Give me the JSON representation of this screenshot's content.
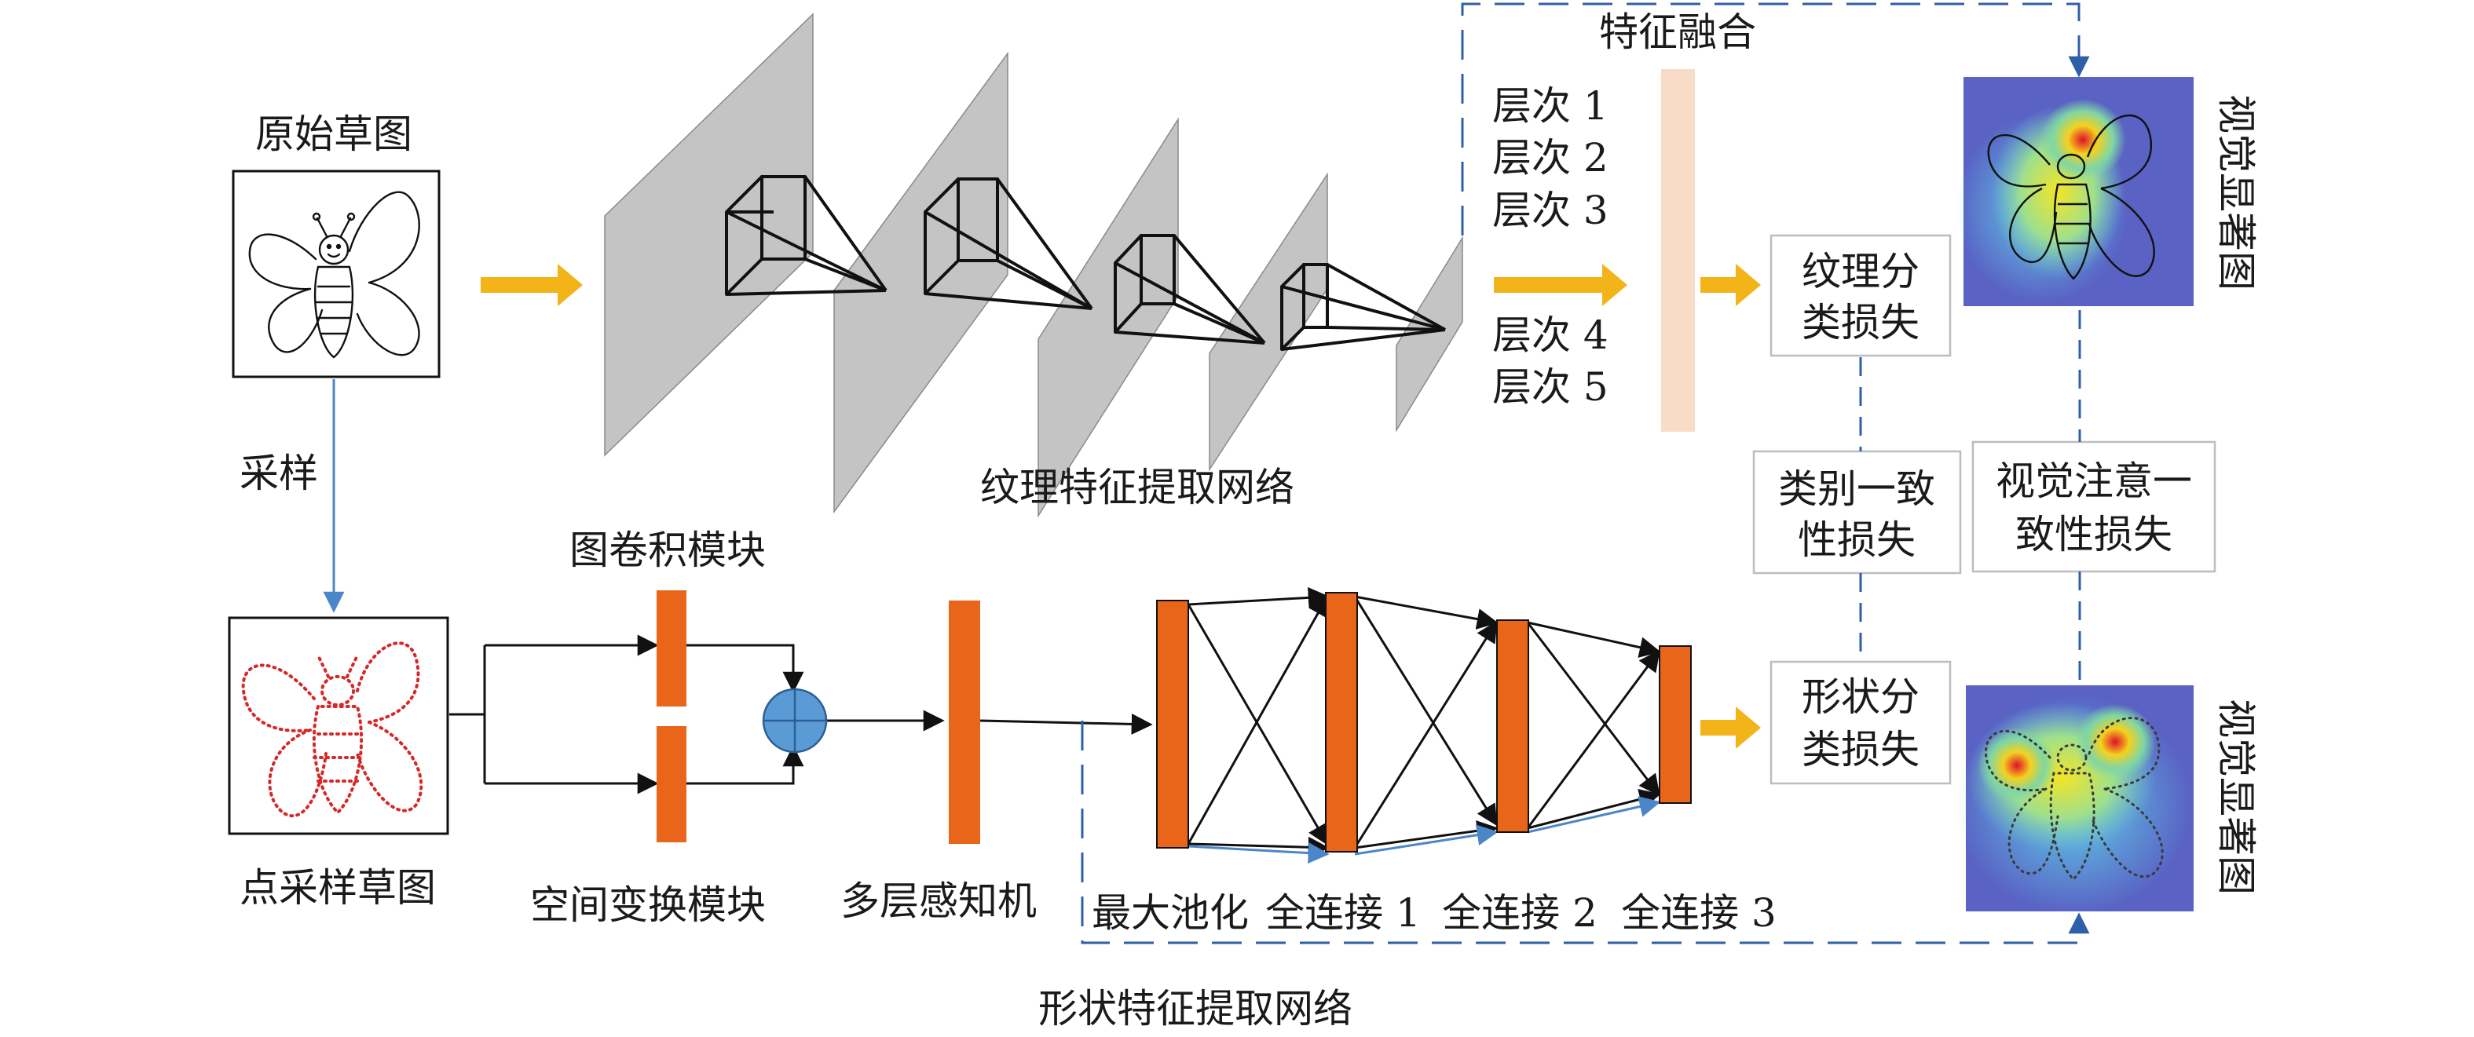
{
  "labels": {
    "original_sketch": "原始草图",
    "sampling": "采样",
    "point_sketch": "点采样草图",
    "texture_network": "纹理特征提取网络",
    "feature_fusion": "特征融合",
    "graph_conv": "图卷积模块",
    "spatial_transform": "空间变换模块",
    "mlp": "多层感知机",
    "shape_network": "形状特征提取网络",
    "saliency_map_top": "视觉显著图",
    "saliency_map_bottom": "视觉显著图"
  },
  "levels": [
    "层次 1",
    "层次 2",
    "层次 3",
    "层次 4",
    "层次 5"
  ],
  "layers": [
    "最大池化",
    "全连接 1",
    "全连接 2",
    "全连接 3"
  ],
  "boxes": {
    "texture_loss": [
      "纹理分",
      "类损失"
    ],
    "category_loss": [
      "类别一致",
      "性损失"
    ],
    "attention_loss": [
      "视觉注意一",
      "致性损失"
    ],
    "shape_loss": [
      "形状分",
      "类损失"
    ]
  },
  "colors": {
    "gray_plane": "#c4c4c4",
    "orange_bar": "#e8651a",
    "yellow_arrow": "#f2b418",
    "blue_line": "#4a86c8",
    "dashed_blue": "#2f5fa8",
    "fusion_bar": "#f9dcc8",
    "sum_node": "#5b9bd5",
    "red_dots": "#d62828"
  }
}
